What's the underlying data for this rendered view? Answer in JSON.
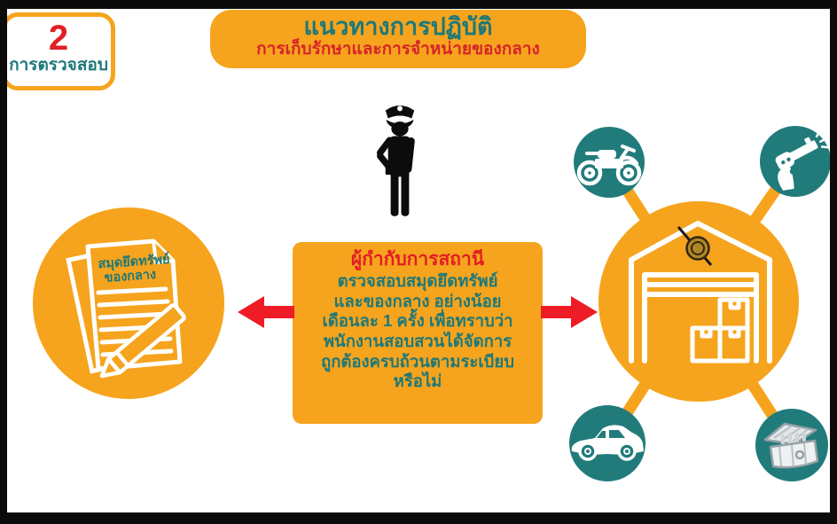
{
  "colors": {
    "yellow": "#F6A41D",
    "teal_circle": "#217B7B",
    "teal_text": "#1E7878",
    "red": "#E21E26",
    "frame_black": "#0b0b0b"
  },
  "step_badge": {
    "number": "2",
    "label": "การตรวจสอบ"
  },
  "banner": {
    "title": "แนวทางการปฏิบัติ",
    "subtitle": "การเก็บรักษาและการจำหน่ายของกลาง"
  },
  "officer": {
    "icon": "police-officer-silhouette"
  },
  "ledger": {
    "icon": "seizure-ledger-with-pen",
    "title_line1": "สมุดยึดทรัพย์",
    "title_line2": "ของกลาง"
  },
  "instruction_box": {
    "title": "ผู้กำกับการสถานี",
    "lines": [
      "ตรวจสอบสมุดยึดทรัพย์",
      "และของกลาง อย่างน้อย",
      "เดือนละ 1 ครั้ง เพื่อทราบว่า",
      "พนักงานสอบสวนได้จัดการ",
      "ถูกต้องครบถ้วนตามระเบียบ",
      "หรือไม่"
    ]
  },
  "storage_hub": {
    "center_icon": "evidence-warehouse-with-seal",
    "satellites": [
      {
        "icon": "motorcycle"
      },
      {
        "icon": "revolver-gun"
      },
      {
        "icon": "car"
      },
      {
        "icon": "treasure-chest"
      }
    ]
  }
}
